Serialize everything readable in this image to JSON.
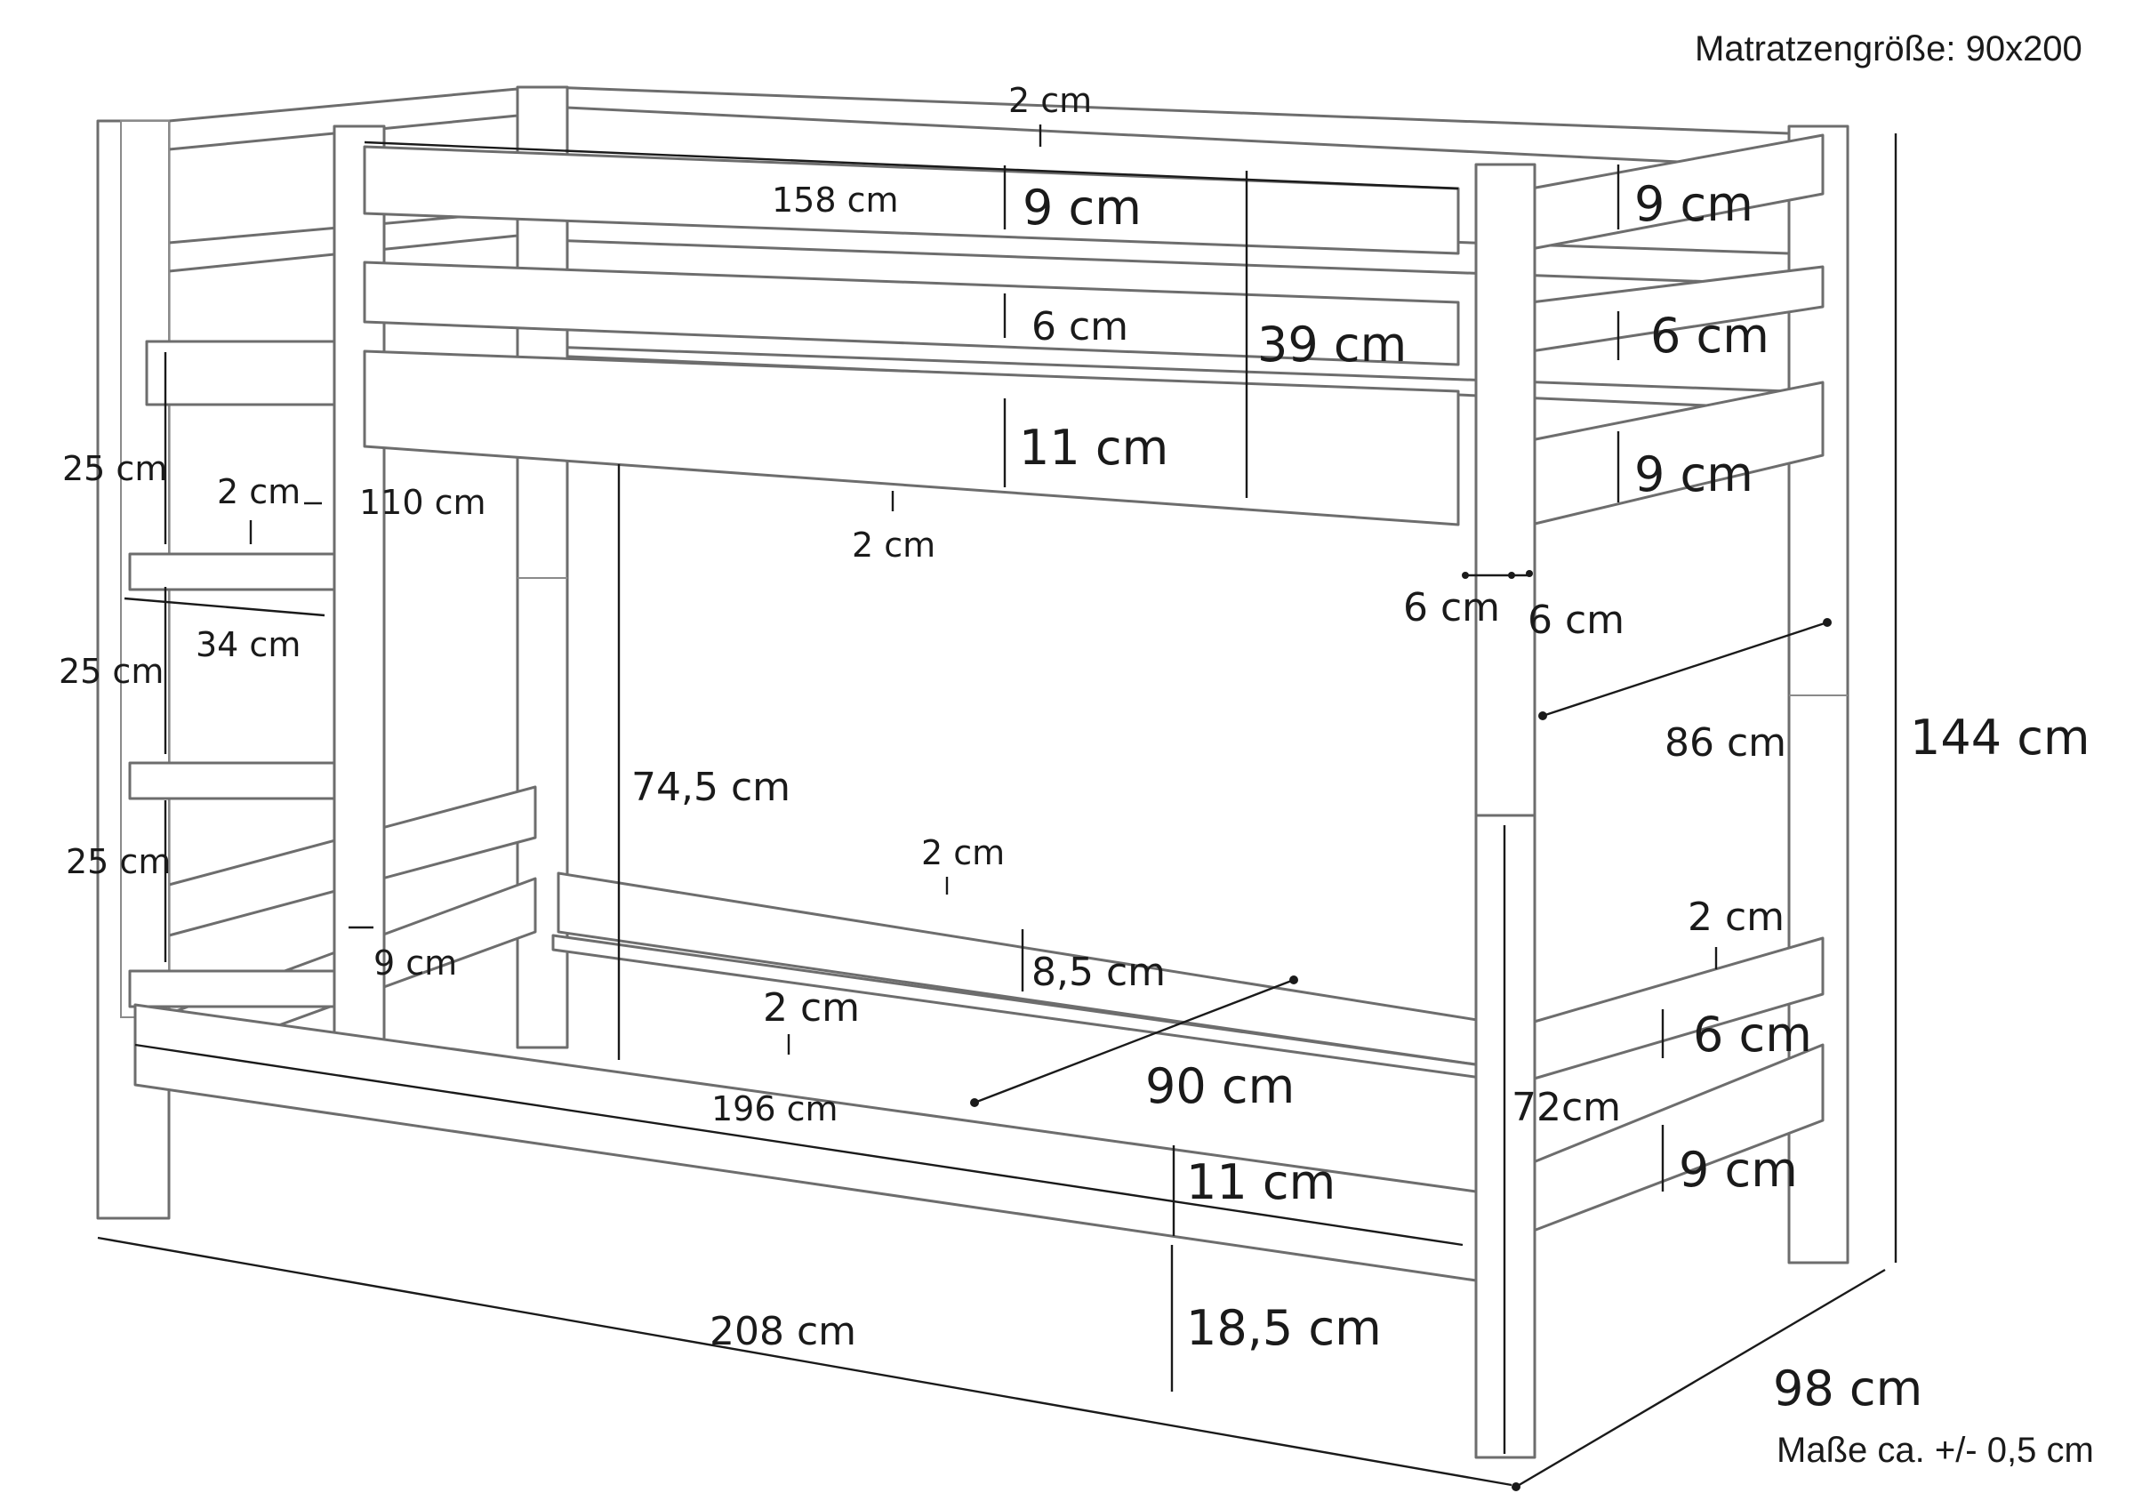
{
  "header": {
    "mattress_size": "Matratzengröße: 90x200"
  },
  "footer": {
    "tolerance": "Maße ca. +/- 0,5 cm"
  },
  "dimensions": {
    "top_gap": "2 cm",
    "top_rail_length": "158 cm",
    "top_front_rail_1": "9 cm",
    "top_front_rail_2": "6 cm",
    "top_front_rail_3": "11 cm",
    "guard_height": "39 cm",
    "top_end_rail_1": "9 cm",
    "top_end_rail_2": "6 cm",
    "top_end_rail_3": "9 cm",
    "top_gap_below": "2 cm",
    "post_width_a": "6 cm",
    "post_width_b": "6 cm",
    "upper_post_height": "86 cm",
    "total_height": "144 cm",
    "ladder_step_1": "25 cm",
    "ladder_step_2": "25 cm",
    "ladder_step_3": "25 cm",
    "ladder_gap": "2 cm",
    "ladder_height": "110 cm",
    "ladder_width": "34 cm",
    "ladder_rail": "9 cm",
    "clearance": "74,5 cm",
    "lower_rear_gap": "2 cm",
    "lower_rear_rail": "8,5 cm",
    "lower_front_gap": "2 cm",
    "lower_rail_length": "196 cm",
    "width_inner": "90 cm",
    "lower_front_rail": "11 cm",
    "floor_clearance": "18,5 cm",
    "lower_end_gap": "2 cm",
    "lower_end_rail_1": "6 cm",
    "lower_end_rail_2": "9 cm",
    "lower_post_height": "72cm",
    "total_length": "208 cm",
    "total_depth": "98 cm"
  }
}
